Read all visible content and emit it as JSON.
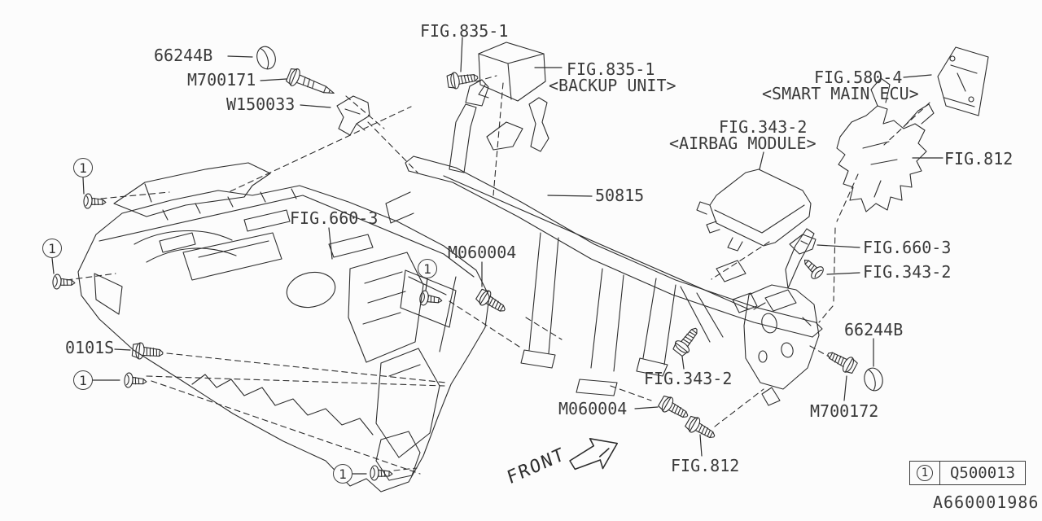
{
  "figure": {
    "drawing_id": "A660001986",
    "front_label": "FRONT",
    "callout_ref": "1",
    "legend": {
      "ref": "1",
      "part_number": "Q500013"
    },
    "labels": {
      "cap_top_left": "66244B",
      "bolt_top_left": "M700171",
      "damper_top_left": "W150033",
      "fig_835_1_bolt": "FIG.835-1",
      "fig_835_1_unit": "FIG.835-1",
      "backup_unit": "<BACKUP UNIT>",
      "fig_580_4": "FIG.580-4",
      "smart_main_ecu": "<SMART MAIN ECU>",
      "fig_343_2_airbag": "FIG.343-2",
      "airbag_module": "<AIRBAG MODULE>",
      "fig_812_upper": "FIG.812",
      "beam_50815": "50815",
      "fig_660_3_panel": "FIG.660-3",
      "m060004_upper": "M060004",
      "fig_660_3_clip": "FIG.660-3",
      "fig_343_2_clip": "FIG.343-2",
      "cap_lower_right": "66244B",
      "m700172": "M700172",
      "screw_0101s": "0101S",
      "fig_343_2_lower": "FIG.343-2",
      "m060004_lower": "M060004",
      "fig_812_lower": "FIG.812"
    }
  }
}
